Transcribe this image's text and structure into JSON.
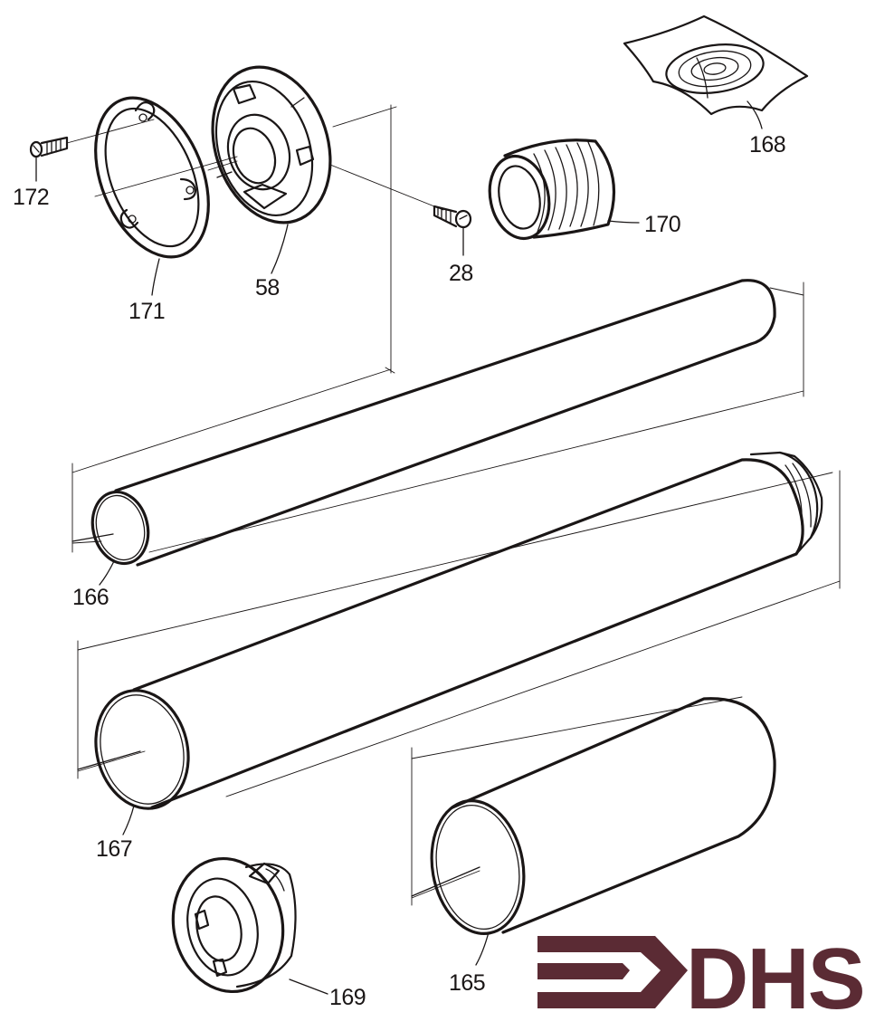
{
  "parts": [
    {
      "id": "172",
      "name": "screw"
    },
    {
      "id": "171",
      "name": "ring"
    },
    {
      "id": "58",
      "name": "flange"
    },
    {
      "id": "28",
      "name": "screw"
    },
    {
      "id": "168",
      "name": "flashing"
    },
    {
      "id": "170",
      "name": "flex-connector"
    },
    {
      "id": "166",
      "name": "inner-pipe"
    },
    {
      "id": "167",
      "name": "outer-pipe"
    },
    {
      "id": "165",
      "name": "short-pipe"
    },
    {
      "id": "169",
      "name": "collar"
    }
  ],
  "logo": {
    "text": "DHS",
    "color": "#5b2b34"
  }
}
